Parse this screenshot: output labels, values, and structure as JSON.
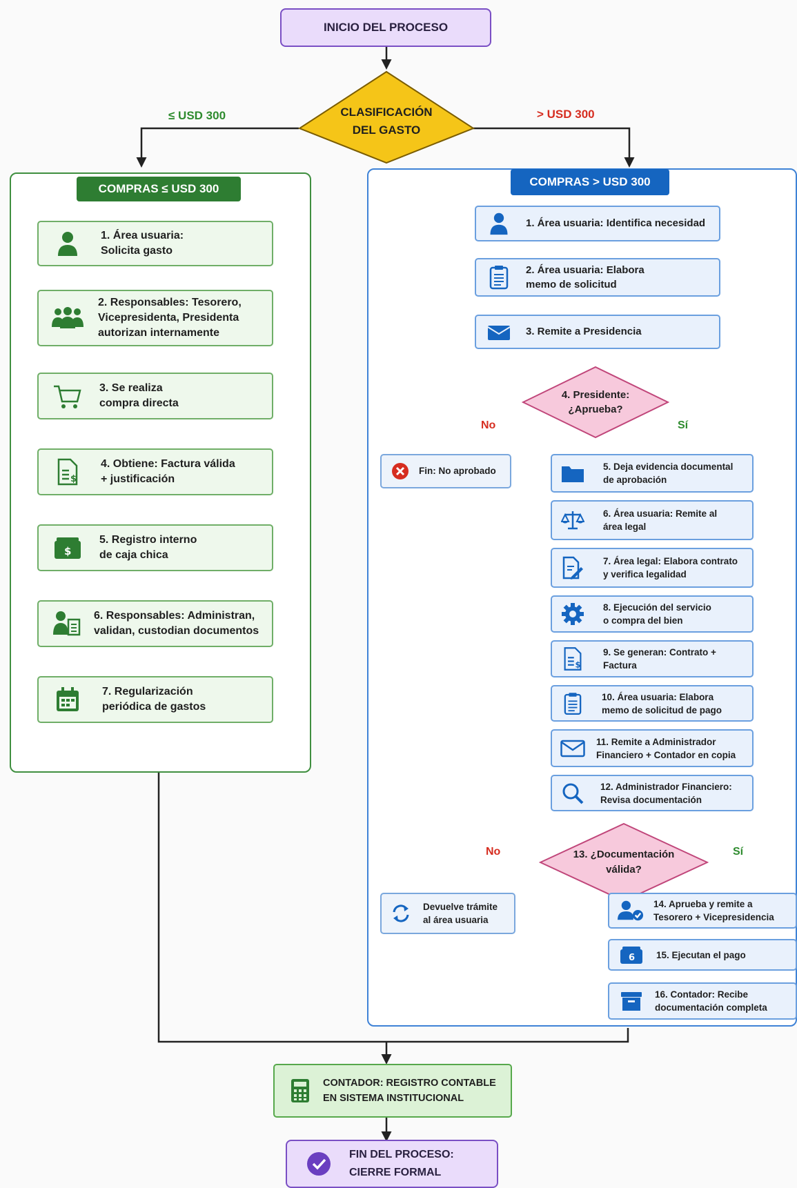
{
  "start": "INICIO DEL PROCESO",
  "classification": {
    "text": "CLASIFICACIÓN\nDEL GASTO",
    "left_label": "≤ USD 300",
    "right_label": "> USD 300"
  },
  "lane_left": {
    "title": "COMPRAS ≤ USD 300",
    "steps": [
      {
        "text": "1. Área usuaria:\n     Solicita gasto",
        "icon": "user-icon"
      },
      {
        "text": "2. Responsables: Tesorero,\n    Vicepresidenta, Presidenta\n    autorizan internamente",
        "icon": "group-icon"
      },
      {
        "text": "3. Se realiza\n    compra directa",
        "icon": "cart-icon"
      },
      {
        "text": "4. Obtiene: Factura válida\n    + justificación",
        "icon": "invoice-icon"
      },
      {
        "text": "5. Registro interno\n    de caja chica",
        "icon": "cash-box-icon"
      },
      {
        "text": "6. Responsables: Administran,\n    validan, custodian documentos",
        "icon": "user-docs-icon"
      },
      {
        "text": "7. Regularización\n    periódica de gastos",
        "icon": "calendar-icon"
      }
    ]
  },
  "lane_right": {
    "title": "COMPRAS > USD 300",
    "steps_top": [
      {
        "text": "1. Área usuaria: Identifica necesidad",
        "icon": "user-icon"
      },
      {
        "text": "2. Área usuaria: Elabora\n    memo de solicitud",
        "icon": "clipboard-icon"
      },
      {
        "text": "3. Remite a Presidencia",
        "icon": "envelope-icon"
      }
    ],
    "decision1": {
      "text": "4. Presidente:\n¿Aprueba?",
      "no": "No",
      "yes": "Sí"
    },
    "end_not_approved": "Fin: No aprobado",
    "steps_mid": [
      {
        "text": "5. Deja evidencia documental\n de aprobación",
        "icon": "folder-icon"
      },
      {
        "text": "6. Área usuaria: Remite al\n área legal",
        "icon": "scale-icon"
      },
      {
        "text": "7. Área legal: Elabora contrato\n y verifica legalidad",
        "icon": "doc-edit-icon"
      },
      {
        "text": "8. Ejecución del servicio\n  o compra del bien",
        "icon": "gear-icon"
      },
      {
        "text": "9. Se generan: Contrato +\n  Factura",
        "icon": "invoice-icon"
      },
      {
        "text": "10. Área usuaria: Elabora\n  memo de solicitud de pago",
        "icon": "clipboard-icon"
      },
      {
        "text": "11. Remite a Administrador\nFinanciero + Contador en copia",
        "icon": "envelope-icon"
      },
      {
        "text": "12. Administrador Financiero:\n  Revisa documentación",
        "icon": "search-icon"
      }
    ],
    "decision2": {
      "text": "13. ¿Documentación\nválida?",
      "no": "No",
      "yes": "Sí"
    },
    "return_step": "Devuelve trámite\nal área usuaria",
    "steps_end": [
      {
        "text": "14. Aprueba y remite a\nTesorero + Vicepresidencia",
        "icon": "user-check-icon"
      },
      {
        "text": "15. Ejecutan el pago",
        "icon": "cash-box-icon"
      },
      {
        "text": "16. Contador: Recibe\n  documentación completa",
        "icon": "archive-icon"
      }
    ]
  },
  "final_step": {
    "text": "CONTADOR: REGISTRO CONTABLE\nEN SISTEMA INSTITUCIONAL",
    "icon": "calculator-icon"
  },
  "end": {
    "text": "FIN DEL PROCESO:\nCIERRE FORMAL",
    "icon": "check-circle-icon"
  },
  "colors": {
    "green": "#2e7d32",
    "blue": "#1565c0",
    "purple": "#7a4fc4",
    "pink": "#f7c9dc",
    "gold": "#f5c518",
    "red": "#d62d20"
  }
}
